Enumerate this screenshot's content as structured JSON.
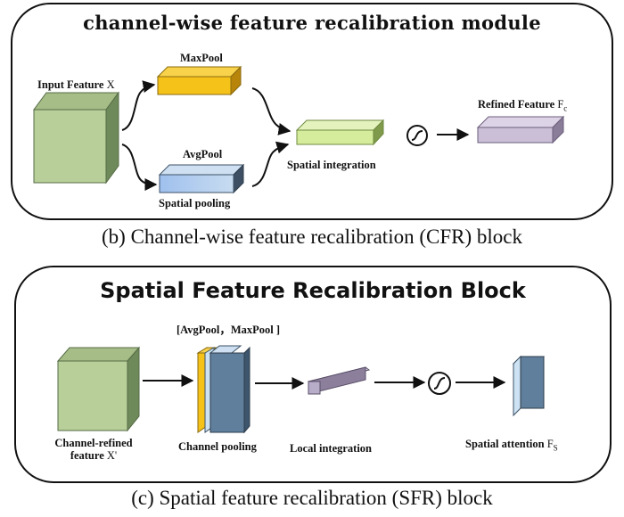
{
  "cfr": {
    "title": "channel-wise feature recalibration module",
    "input_label": "Input Feature",
    "input_symbol": "X",
    "maxpool_label": "MaxPool",
    "avgpool_label": "AvgPool",
    "spatial_pooling_label": "Spatial pooling",
    "spatial_integration_label": "Spatial integration",
    "refined_label": "Refined Feature",
    "refined_symbol": "F",
    "refined_sub": "c",
    "caption": "(b) Channel-wise feature recalibration (CFR) block"
  },
  "sfr": {
    "title": "Spatial Feature Recalibration Block",
    "pool_bracket_label": "[AvgPool，MaxPool ]",
    "input_label_line1": "Channel-refined",
    "input_label_line2": "feature",
    "input_symbol": "X'",
    "channel_pooling_label": "Channel pooling",
    "local_integration_label": "Local integration",
    "attention_label": "Spatial attention",
    "attention_symbol": "F",
    "attention_sub": "S",
    "caption": "(c) Spatial feature recalibration (SFR) block"
  },
  "colors": {
    "input_cube": "#b8cf9a",
    "maxpool": "#f5c21a",
    "avgpool": "#a9c7ea",
    "spatial_integration": "#d4ec9c",
    "refined": "#cbbfd8",
    "sfr_blue": "#5f7f9c",
    "sfr_light": "#cde3f3",
    "local_integration": "#b7adc9"
  },
  "icons": [
    "sigmoid-icon",
    "arrow-icon"
  ]
}
